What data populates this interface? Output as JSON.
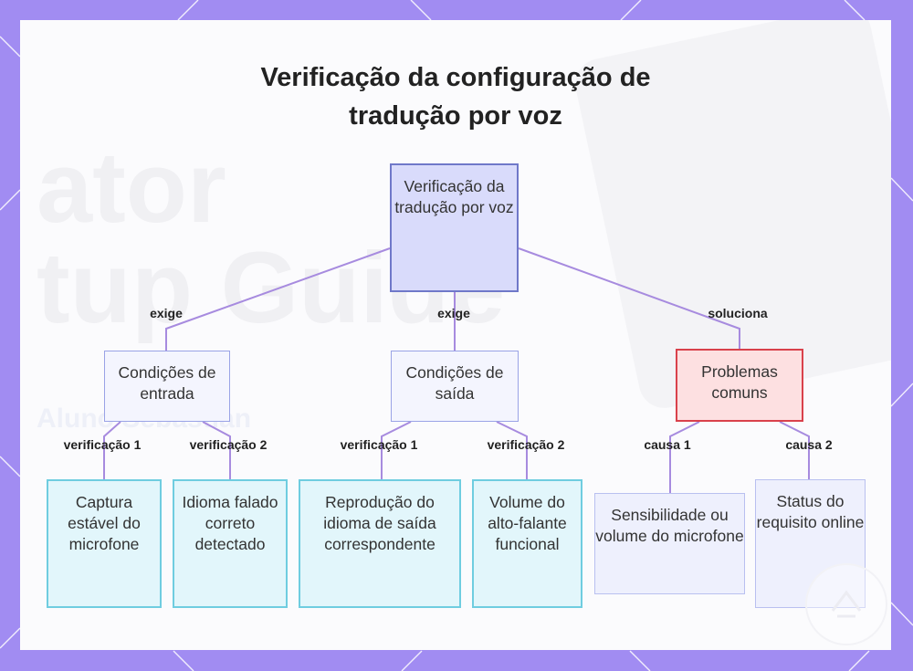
{
  "title_line1": "Verificação da configuração de",
  "title_line2": "tradução por voz",
  "background_ghost": {
    "line1": "ator",
    "line2": "tup Guide",
    "line3": "Aluno Sebastian"
  },
  "nodes": {
    "root": "Verificação da tradução por voz",
    "entrada": "Condições de entrada",
    "saida": "Condições de saída",
    "problemas": "Problemas comuns",
    "captura": "Captura estável do microfone",
    "idioma": "Idioma falado correto detectado",
    "reproducao": "Reprodução do idioma de saída correspondente",
    "volume": "Volume do alto-falante funcional",
    "sensibilidade": "Sensibilidade ou volume do microfone",
    "status": "Status do requisito online"
  },
  "edges": {
    "exige_1": "exige",
    "exige_2": "exige",
    "soluciona": "soluciona",
    "ver1_entrada": "verificação 1",
    "ver2_entrada": "verificação 2",
    "ver1_saida": "verificação 1",
    "ver2_saida": "verificação 2",
    "causa1": "causa 1",
    "causa2": "causa 2"
  },
  "colors": {
    "frame": "#a18cf2",
    "connector": "#a78bdf",
    "root_fill": "#d9dbfb",
    "root_border": "#6f78c9",
    "mid_fill": "#f4f5fe",
    "mid_border": "#9aa3e6",
    "problem_fill": "#fde0e1",
    "problem_border": "#d9414b",
    "leaf_fill": "#e2f6fb",
    "leaf_border": "#6fcde0",
    "leaf2_fill": "#eef0fd",
    "leaf2_border": "#b9c0f0"
  },
  "icons": [
    "watermark-logo-icon"
  ]
}
